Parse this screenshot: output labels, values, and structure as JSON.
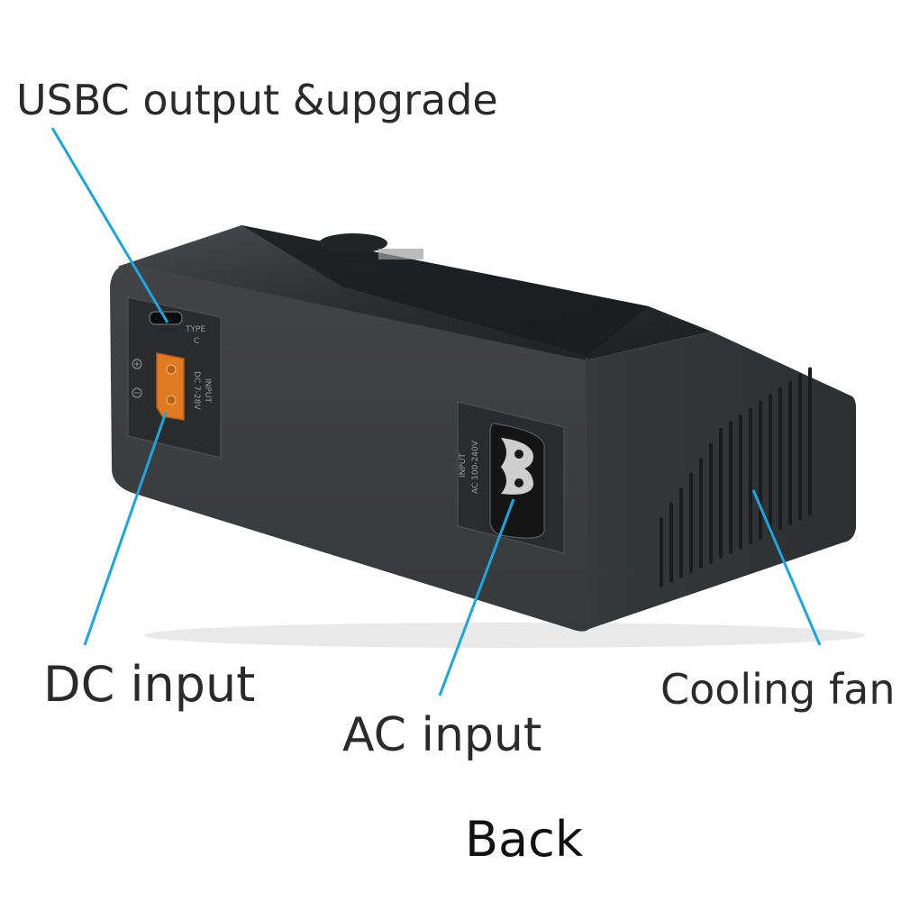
{
  "callouts": {
    "usbc": "USBC output &upgrade",
    "dc": "DC input",
    "ac": "AC input",
    "fan": "Cooling fan"
  },
  "caption": "Back",
  "panel_text": {
    "type_c_line1": "TYPE",
    "type_c_line2": "C",
    "dc_line1": "INPUT",
    "dc_line2": "DC 7-28V",
    "ac_line1": "INPUT",
    "ac_line2": "AC 100-240V"
  },
  "colors": {
    "leader_line": "#1aa6e0",
    "device_body": "#3a3b3d",
    "xt60_connector": "#e07a22"
  },
  "icons": [
    "usb-c-port-icon",
    "xt60-connector-icon",
    "iec-c8-socket-icon",
    "plus-icon",
    "minus-icon"
  ]
}
